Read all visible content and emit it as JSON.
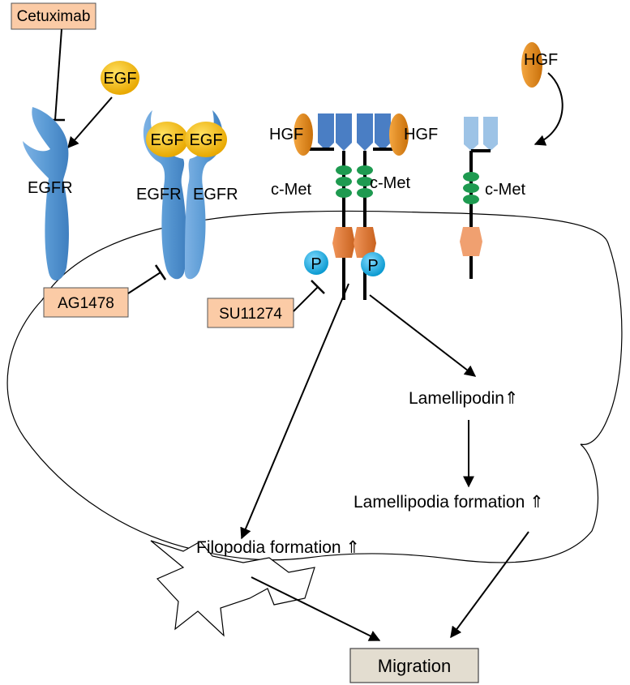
{
  "diagram": {
    "inhibitors": {
      "cetuximab": "Cetuximab",
      "ag1478": "AG1478",
      "su11274": "SU11274"
    },
    "ligands": {
      "egf": "EGF",
      "hgf": "HGF"
    },
    "receptors": {
      "egfr": "EGFR",
      "cmet": "c-Met"
    },
    "phospho": "P",
    "outcomes": {
      "lamellipodin": "Lamellipodin⇑",
      "lamellipodia": "Lamellipodia formation ⇑",
      "filopodia": "Filopodia formation ⇑",
      "migration": "Migration"
    },
    "colors": {
      "egf_yellow": "#f5c400",
      "egfr_blue": "#5b9bd5",
      "cmet_blue_dark": "#4a7ec4",
      "cmet_blue_light": "#9dc3e6",
      "hgf_orange": "#e08a10",
      "kinase_orange": "#d9742a",
      "kinase_orange_light": "#f0a070",
      "cmet_green": "#1e9a50",
      "p_cyan": "#1cb6e8",
      "inhibitor_box": "#fbcba6",
      "migration_box": "#e3ddd0"
    }
  }
}
